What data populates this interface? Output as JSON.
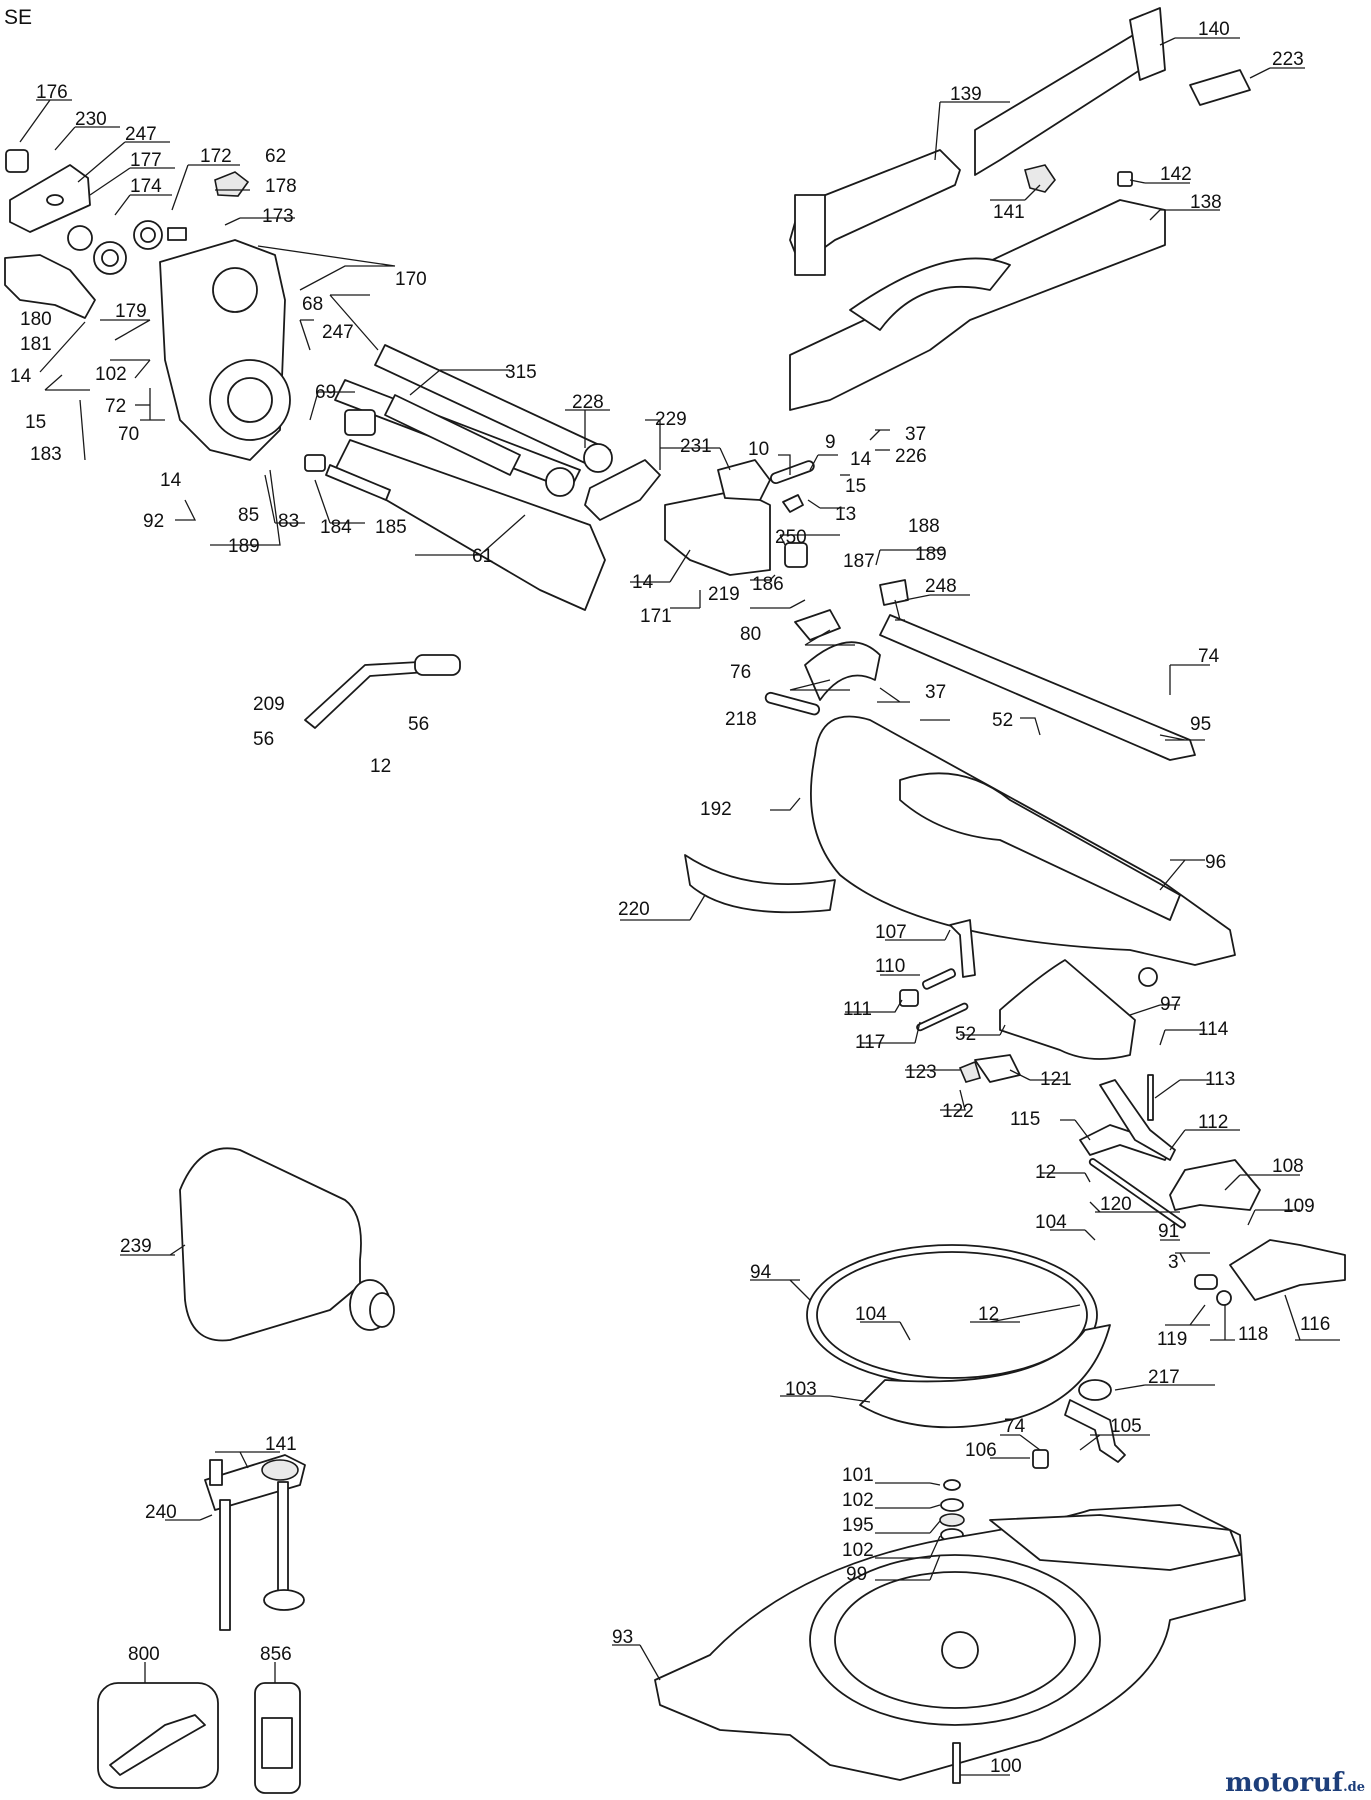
{
  "diagram": {
    "section_label": "SE",
    "callouts": [
      "176",
      "230",
      "247",
      "177",
      "174",
      "172",
      "62",
      "178",
      "173",
      "170",
      "68",
      "247",
      "179",
      "180",
      "181",
      "14",
      "15",
      "102",
      "72",
      "70",
      "183",
      "69",
      "315",
      "228",
      "229",
      "231",
      "10",
      "9",
      "14",
      "15",
      "13",
      "250",
      "37",
      "226",
      "14",
      "92",
      "85",
      "83",
      "184",
      "185",
      "189",
      "61",
      "14",
      "171",
      "219",
      "186",
      "188",
      "189",
      "187",
      "248",
      "80",
      "76",
      "37",
      "218",
      "209",
      "56",
      "56",
      "12",
      "74",
      "52",
      "95",
      "192",
      "96",
      "220",
      "107",
      "110",
      "111",
      "117",
      "52",
      "97",
      "114",
      "123",
      "121",
      "113",
      "122",
      "115",
      "112",
      "12",
      "108",
      "120",
      "104",
      "109",
      "91",
      "3",
      "94",
      "104",
      "12",
      "119",
      "118",
      "116",
      "103",
      "217",
      "74",
      "105",
      "106",
      "101",
      "102",
      "195",
      "102",
      "99",
      "93",
      "239",
      "240",
      "141",
      "800",
      "856",
      "100",
      "139",
      "140",
      "223",
      "141",
      "142",
      "138"
    ]
  },
  "watermark": {
    "name": "motoruf",
    "tld": ".de"
  }
}
